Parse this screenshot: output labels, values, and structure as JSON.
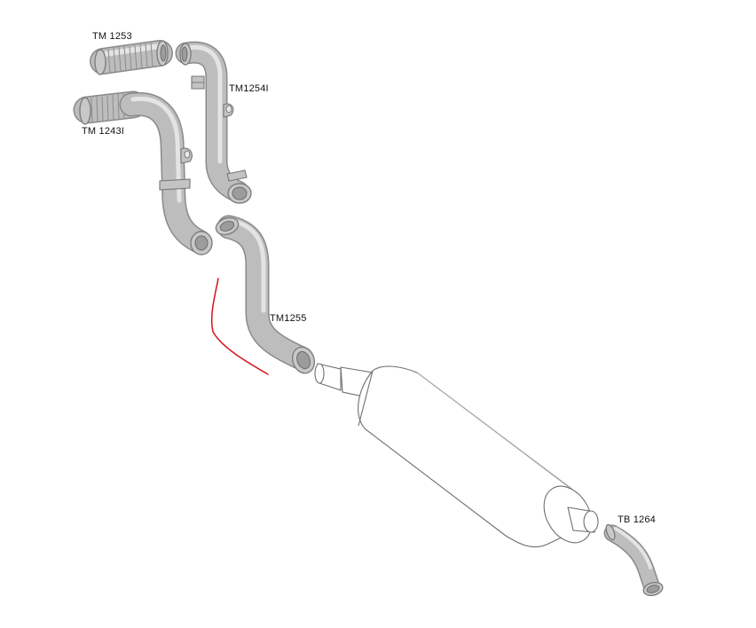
{
  "parts": {
    "tm1253": "TM 1253",
    "tm1254l": "TM1254I",
    "tm1243l": "TM 1243I",
    "tm1255": "TM1255",
    "tb1264": "TB 1264"
  },
  "colors": {
    "pipe": "#bdbdbd",
    "outline": "#8a8a8a",
    "muffler_line": "#6f6f6f",
    "annotation": "#d4141c"
  }
}
